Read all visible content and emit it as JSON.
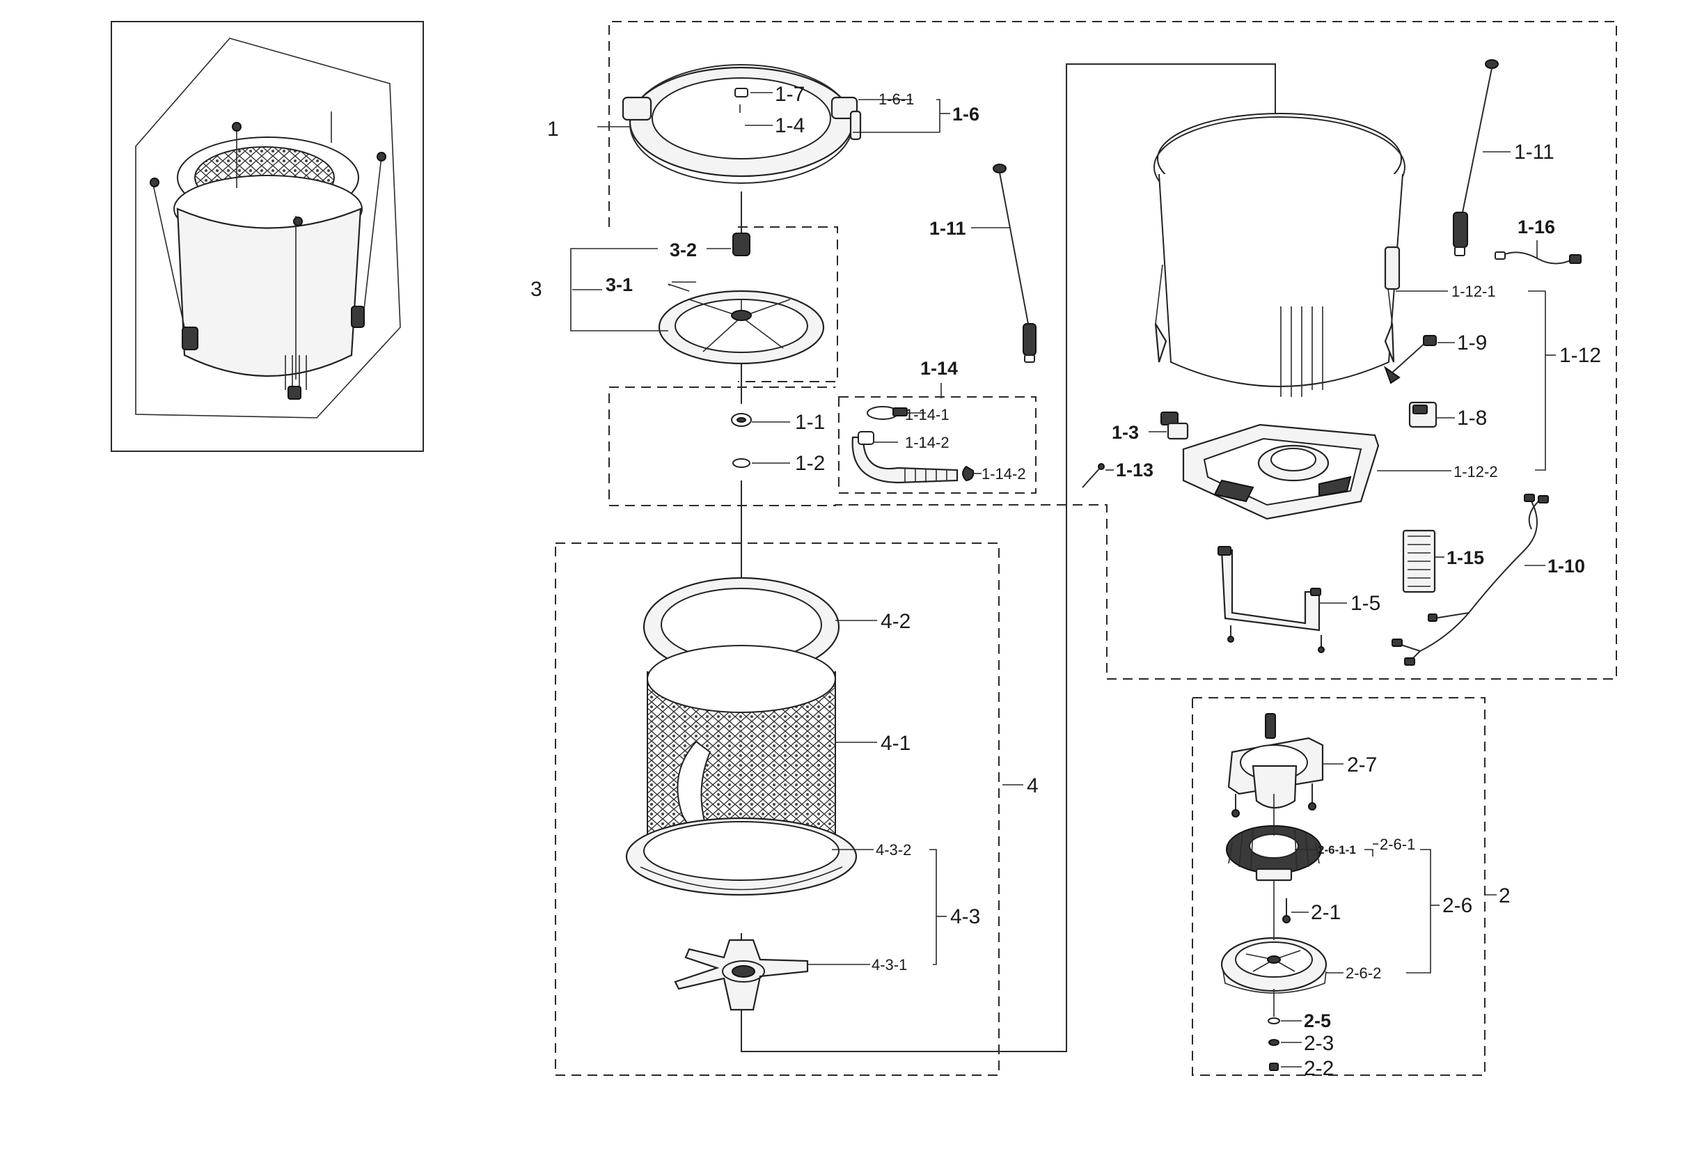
{
  "labels": {
    "l_1": "1",
    "l_1_1": "1-1",
    "l_1_2": "1-2",
    "l_1_3": "1-3",
    "l_1_4": "1-4",
    "l_1_5": "1-5",
    "l_1_6": "1-6",
    "l_1_6_1": "1-6-1",
    "l_1_7": "1-7",
    "l_1_8": "1-8",
    "l_1_9": "1-9",
    "l_1_10": "1-10",
    "l_1_11_a": "1-11",
    "l_1_11_b": "1-11",
    "l_1_12": "1-12",
    "l_1_12_1": "1-12-1",
    "l_1_12_2": "1-12-2",
    "l_1_13": "1-13",
    "l_1_14": "1-14",
    "l_1_14_1": "1-14-1",
    "l_1_14_2_a": "1-14-2",
    "l_1_14_2_b": "1-14-2",
    "l_1_15": "1-15",
    "l_1_16": "1-16",
    "l_2": "2",
    "l_2_1": "2-1",
    "l_2_2": "2-2",
    "l_2_3": "2-3",
    "l_2_5": "2-5",
    "l_2_6": "2-6",
    "l_2_6_1": "2-6-1",
    "l_2_6_1_1": "2-6-1-1",
    "l_2_6_2": "2-6-2",
    "l_2_7": "2-7",
    "l_3": "3",
    "l_3_1": "3-1",
    "l_3_2": "3-2",
    "l_4": "4",
    "l_4_1": "4-1",
    "l_4_2": "4-2",
    "l_4_3": "4-3",
    "l_4_3_1": "4-3-1",
    "l_4_3_2": "4-3-2"
  },
  "icons": {
    "overview": "assembled-washer-tub-icon",
    "tub_cover": "tub-cover-ring-icon",
    "pulsator": "pulsator-icon",
    "inner_tub": "inner-basket-icon",
    "flange": "spin-flange-icon",
    "outer_tub": "outer-tub-icon",
    "tub_base": "tub-base-icon",
    "motor": "motor-assembly-icon",
    "rotor": "rotor-icon"
  }
}
